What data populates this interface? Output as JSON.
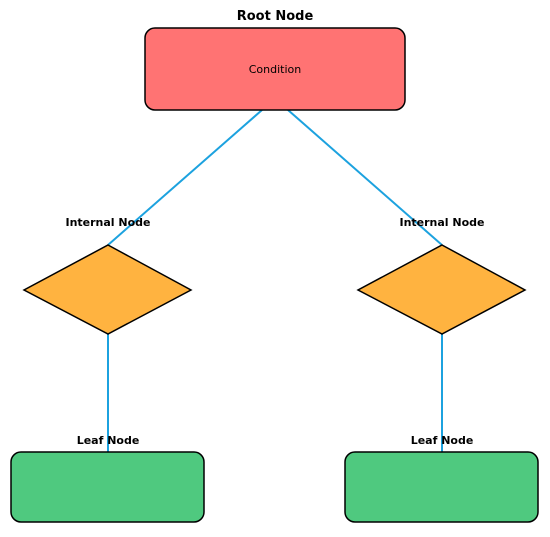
{
  "diagram": {
    "colors": {
      "root_fill": "#FF7373",
      "internal_fill": "#FFB340",
      "leaf_fill": "#4FC97F",
      "edge": "#1CA2DF",
      "border": "#000000"
    },
    "root": {
      "title": "Root Node",
      "text": "Condition"
    },
    "internal_left": {
      "title": "Internal Node"
    },
    "internal_right": {
      "title": "Internal Node"
    },
    "leaf_left": {
      "title": "Leaf Node"
    },
    "leaf_right": {
      "title": "Leaf Node"
    }
  }
}
